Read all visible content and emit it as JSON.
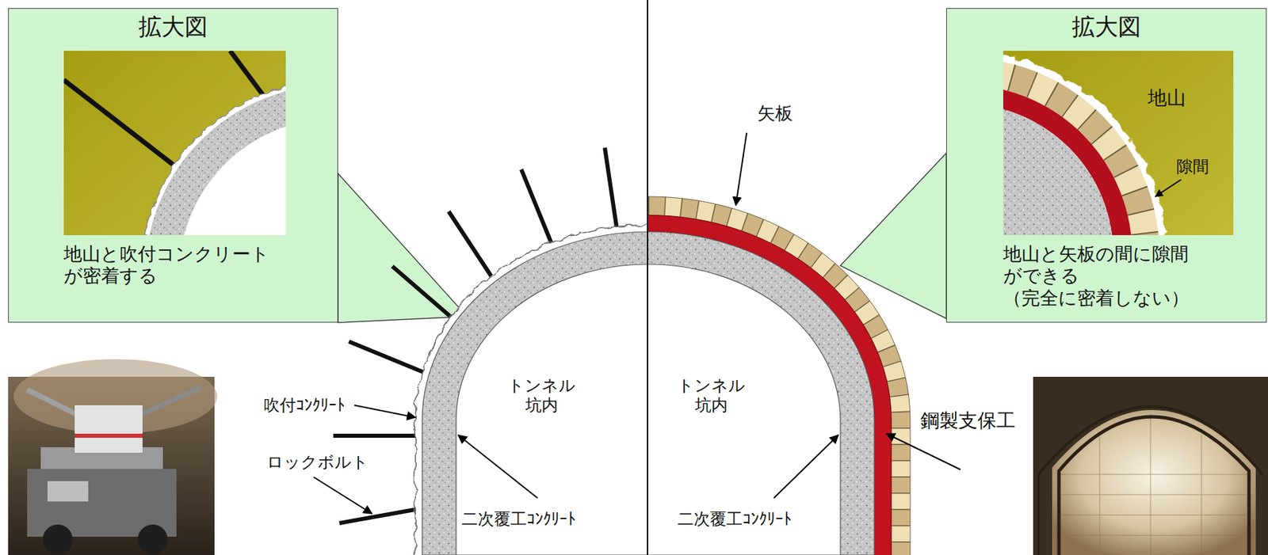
{
  "diagram": {
    "nodes": [
      {
        "text": [
          "拡大図",
          "地山と吹付コンクリート が密着する"
        ]
      },
      {
        "text": [
          "拡大図",
          "地山と矢板の間に隙間 ができる （完全に密着しない）"
        ]
      }
    ],
    "labels": [
      "矢板",
      "地山",
      "隙間",
      "トンネル 坑内",
      "トンネル 坑内",
      "吹付ｺﾝｸﾘｰﾄ",
      "ロックボルト",
      "鋼製支保工",
      "二次覆工ｺﾝｸﾘｰﾄ",
      "二次覆工ｺﾝｸﾘｰﾄ"
    ]
  }
}
